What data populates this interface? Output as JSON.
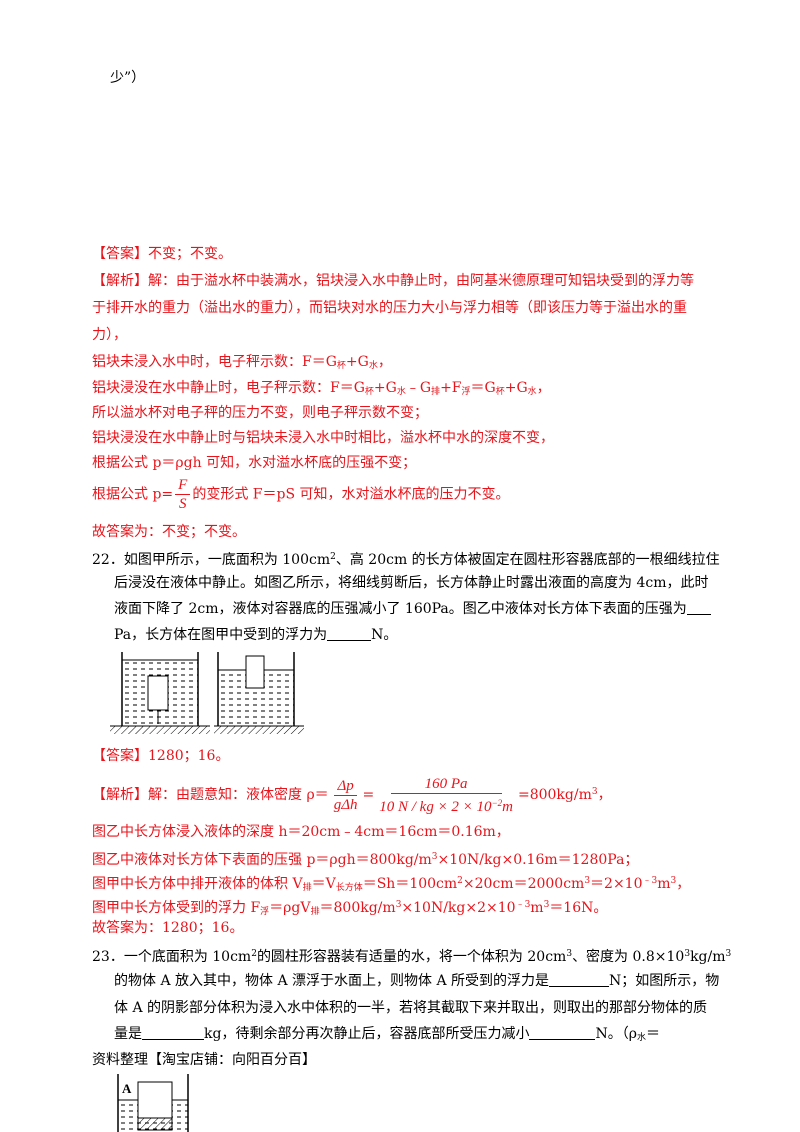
{
  "top_fragment": "少”）",
  "q21": {
    "answer_tag": "【答案】",
    "answer": "不变；不变。",
    "analysis_tag": "【解析】",
    "analysis_line1": "解：由于溢水杯中装满水，铝块浸入水中静止时，由阿基米德原理可知铝块受到的浮力等",
    "analysis_line2": "于排开水的重力（溢出水的重力），而铝块对水的压力大小与浮力相等（即该压力等于溢出水的重",
    "analysis_line3": "力），",
    "l4a": "铝块未浸入水中时，电子秤示数：F＝G",
    "l4s1": "杯",
    "l4b": "+G",
    "l4s2": "水",
    "l4c": "，",
    "l5a": "铝块浸没在水中静止时，电子秤示数：F＝G",
    "l5s1": "杯",
    "l5b": "+G",
    "l5s2": "水",
    "l5c": "﹣G",
    "l5s3": "排",
    "l5d": "+F",
    "l5s4": "浮",
    "l5e": "＝G",
    "l5s5": "杯",
    "l5f": "+G",
    "l5s6": "水",
    "l5g": "，",
    "line6": "所以溢水杯对电子秤的压力不变，则电子秤示数不变；",
    "line7": "铝块浸没在水中静止时与铝块未浸入水中时相比，溢水杯中水的深度不变，",
    "line8": "根据公式 p＝ρgh 可知，水对溢水杯底的压强不变；",
    "line9a": "根据公式 p=",
    "line9_num": "F",
    "line9_den": "S",
    "line9b": "的变形式 F＝pS 可知，水对溢水杯底的压力不变。",
    "final": "故答案为：不变；不变。"
  },
  "q22": {
    "line1": "22．如图甲所示，一底面积为 100cm",
    "line1_sup": "2",
    "line1b": "、高 20cm 的长方体被固定在圆柱形容器底部的一根细线拉住",
    "line2": "后浸没在液体中静止。如图乙所示，将细线剪断后，长方体静止时露出液面的高度为 4cm，此时",
    "line3": "液面下降了 2cm，液体对容器底的压强减小了 160Pa。图乙中液体对长方体下表面的压强为",
    "line4a": "Pa，长方体在图甲中受到的浮力为",
    "line4b": "N。",
    "answer_tag": "【答案】",
    "answer": "1280；16。",
    "analysis_tag": "【解析】",
    "analysis_a": "解：由题意知：液体密度 ρ＝",
    "f1_num": "Δp",
    "f1_den": "gΔh",
    "eq": "=",
    "f2_num": "160 Pa",
    "f2_den": "10 N / kg × 2 × 10",
    "f2_den_sup": "−2",
    "f2_den_unit": "m",
    "analysis_b": "=800kg/m",
    "analysis_b_sup": "3",
    "analysis_b2": "，",
    "line_h": "图乙中长方体浸入液体的深度 h＝20cm﹣4cm＝16cm＝0.16m，",
    "line_p_a": "图乙中液体对长方体下表面的压强 p＝ρgh＝800kg/m",
    "line_p_sup": "3",
    "line_p_b": "×10N/kg×0.16m＝1280Pa；",
    "line_v_a": "图甲中长方体中排开液体的体积 V",
    "line_v_s1": "排",
    "line_v_b": "＝V",
    "line_v_s2": "长方体",
    "line_v_c": "＝Sh＝100cm",
    "line_v_sup1": "2",
    "line_v_d": "×20cm＝2000cm",
    "line_v_sup2": "3",
    "line_v_e": "＝2×10",
    "line_v_sup3": "﹣3",
    "line_v_f": "m",
    "line_v_sup4": "3",
    "line_v_g": "，",
    "line_f_a": "图甲中长方体受到的浮力 F",
    "line_f_s1": "浮",
    "line_f_b": "＝ρgV",
    "line_f_s2": "排",
    "line_f_c": "＝800kg/m",
    "line_f_sup1": "3",
    "line_f_d": "×10N/kg×2×10",
    "line_f_sup2": "﹣3",
    "line_f_e": "m",
    "line_f_sup3": "3",
    "line_f_f": "＝16N。",
    "final": "故答案为：1280；16。"
  },
  "q23": {
    "line1a": "23．一个底面积为 10cm",
    "line1_sup1": "2",
    "line1b": "的圆柱形容器装有适量的水，将一个体积为 20cm",
    "line1_sup2": "3",
    "line1c": "、密度为 0.8×10",
    "line1_sup3": "3",
    "line1d": "kg/m",
    "line1_sup4": "3",
    "line2a": "的物体 A 放入其中，物体 A 漂浮于水面上，则物体 A 所受到的浮力是",
    "line2b": "N；如图所示，物",
    "line3": "体 A 的阴影部分体积为浸入水中体积的一半，若将其截取下来并取出，则取出的那部分物体的质",
    "line4a": "量是",
    "line4b": "kg，待剩余部分再次静止后，容器底部所受压力减小",
    "line4c": "N。（ρ",
    "line4_sub": "水",
    "line4d": "＝",
    "figure_label": "A"
  },
  "footer": "资料整理【淘宝店铺：向阳百分百】"
}
